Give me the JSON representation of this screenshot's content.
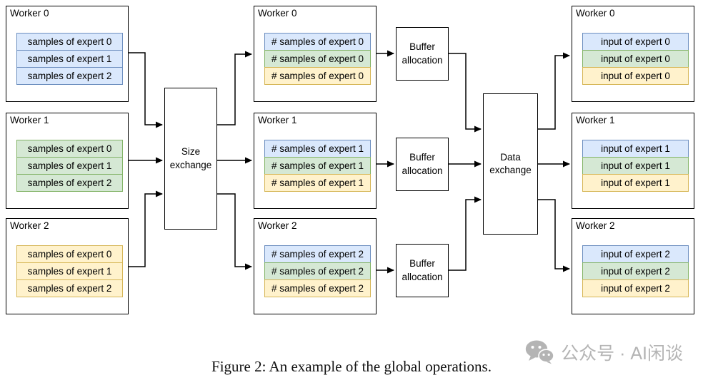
{
  "workers_left": [
    {
      "title": "Worker 0",
      "rows": [
        "samples of expert 0",
        "samples of expert 1",
        "samples of expert 2"
      ]
    },
    {
      "title": "Worker 1",
      "rows": [
        "samples of expert 0",
        "samples of expert 1",
        "samples of expert 2"
      ]
    },
    {
      "title": "Worker 2",
      "rows": [
        "samples of expert 0",
        "samples of expert 1",
        "samples of expert 2"
      ]
    }
  ],
  "workers_mid": [
    {
      "title": "Worker 0",
      "rows": [
        "# samples of expert 0",
        "# samples of expert 0",
        "# samples of expert 0"
      ]
    },
    {
      "title": "Worker 1",
      "rows": [
        "# samples of expert 1",
        "# samples of expert 1",
        "# samples of expert 1"
      ]
    },
    {
      "title": "Worker 2",
      "rows": [
        "# samples of expert 2",
        "# samples of expert 2",
        "# samples of expert 2"
      ]
    }
  ],
  "workers_right": [
    {
      "title": "Worker 0",
      "rows": [
        "input of expert 0",
        "input of expert 0",
        "input of expert 0"
      ]
    },
    {
      "title": "Worker 1",
      "rows": [
        "input of expert 1",
        "input of expert 1",
        "input of expert 1"
      ]
    },
    {
      "title": "Worker 2",
      "rows": [
        "input of expert 2",
        "input of expert 2",
        "input of expert 2"
      ]
    }
  ],
  "ops": {
    "size_exchange": "Size exchange",
    "buffer_allocation": "Buffer allocation",
    "data_exchange": "Data exchange"
  },
  "caption": "Figure 2: An example of the global operations.",
  "watermark": {
    "text": "公众号 · AI闲谈",
    "icon": "wechat-icon"
  },
  "colors": {
    "blue_fill": "#dae8fc",
    "blue_stroke": "#6c8ebf",
    "green_fill": "#d5e8d4",
    "green_stroke": "#82b366",
    "yellow_fill": "#fff2cc",
    "yellow_stroke": "#d6b656",
    "line": "#000000",
    "watermark_gray": "#b4b4b4"
  }
}
